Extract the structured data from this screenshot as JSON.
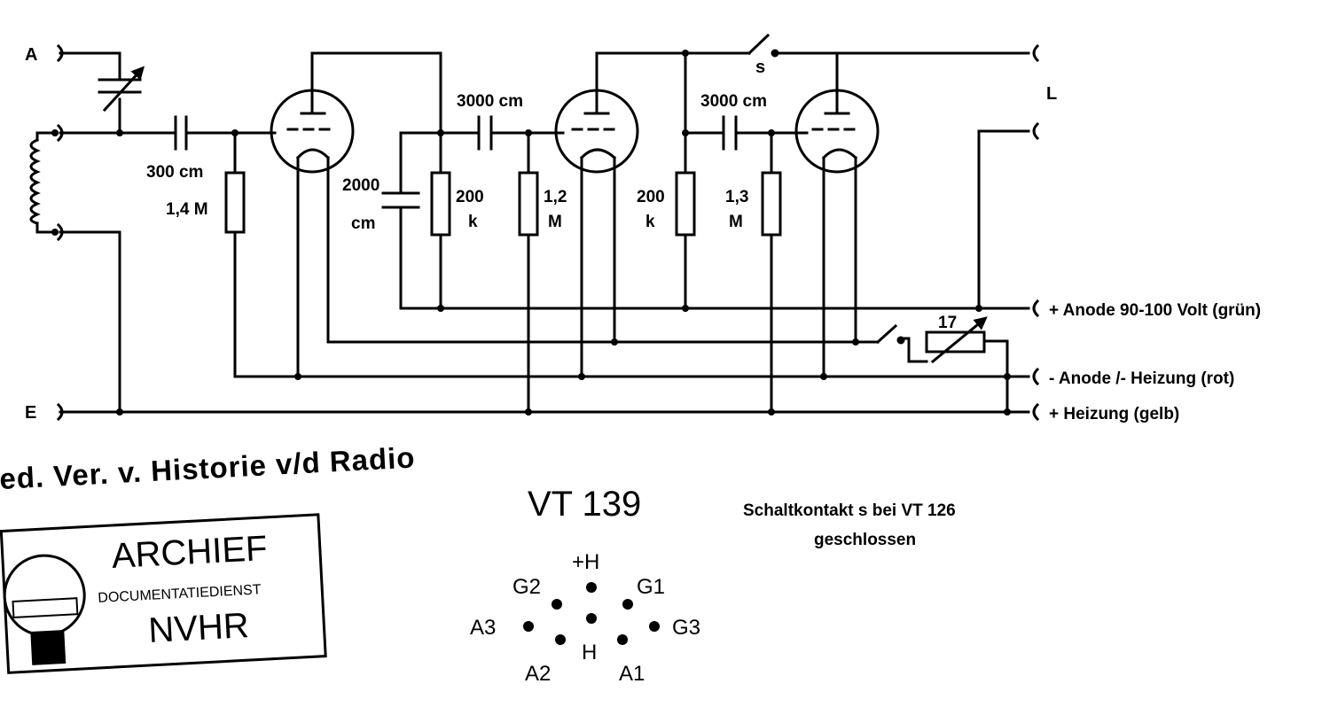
{
  "terminals_left": {
    "antenna": "A",
    "earth": "E"
  },
  "terminals_right": {
    "loudspeaker": "L",
    "anode_plus": "+ Anode 90-100 Volt (grün)",
    "anode_heater_minus": "- Anode /- Heizung (rot)",
    "heater_plus": "+ Heizung (gelb)"
  },
  "components": {
    "c_grid": "300 cm",
    "r_grid": "1,4 M",
    "c_coupling_1": "3000 cm",
    "c_bypass_value": "2000",
    "c_bypass_unit": "cm",
    "r_anode_1_value": "200",
    "r_anode_1_unit": "k",
    "r_grid_2_value": "1,2",
    "r_grid_2_unit": "M",
    "c_coupling_2": "3000 cm",
    "r_anode_2_value": "200",
    "r_anode_2_unit": "k",
    "r_grid_3_value": "1,3",
    "r_grid_3_unit": "M",
    "switch": "s",
    "rheostat": "17"
  },
  "header_text": "ed. Ver. v. Historie v/d Radio",
  "stamp": {
    "line1": "ARCHIEF",
    "line2": "DOCUMENTATIEDIENST",
    "line3": "NVHR"
  },
  "model": "VT 139",
  "note": {
    "line1": "Schaltkontakt s bei VT 126",
    "line2": "geschlossen"
  },
  "pinout": {
    "top": "+H",
    "g2": "G2",
    "g1": "G1",
    "a3": "A3",
    "g3": "G3",
    "h": "H",
    "a2": "A2",
    "a1": "A1"
  }
}
